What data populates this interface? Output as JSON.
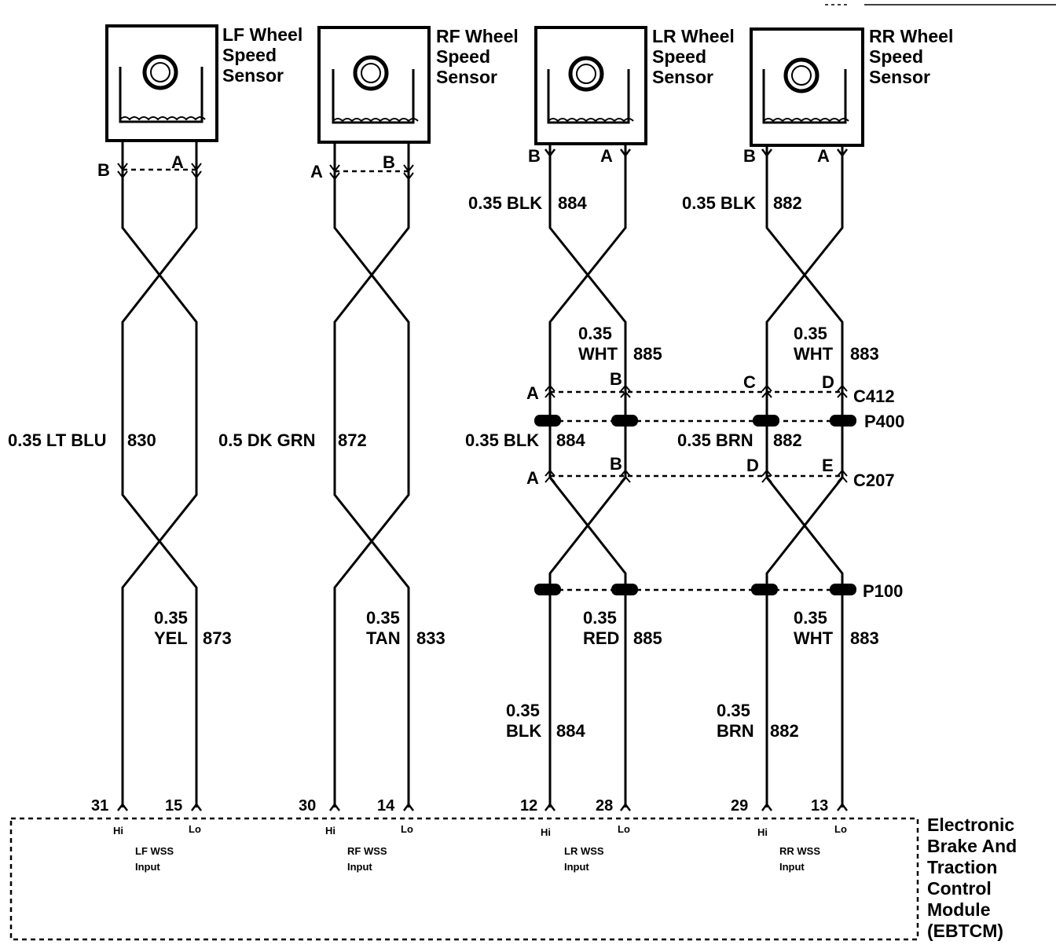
{
  "sensors": [
    {
      "id": "lf",
      "title": [
        "LF Wheel",
        "Speed",
        "Sensor"
      ],
      "pin_left": "B",
      "pin_right": "A"
    },
    {
      "id": "rf",
      "title": [
        "RF Wheel",
        "Speed",
        "Sensor"
      ],
      "pin_left": "A",
      "pin_right": "B"
    },
    {
      "id": "lr",
      "title": [
        "LR Wheel",
        "Speed",
        "Sensor"
      ],
      "pin_left": "B",
      "pin_right": "A"
    },
    {
      "id": "rr",
      "title": [
        "RR Wheel",
        "Speed",
        "Sensor"
      ],
      "pin_left": "B",
      "pin_right": "A"
    }
  ],
  "wires": {
    "lf_twisted": {
      "gauge_color": "0.35 LT BLU",
      "circuit": "830"
    },
    "lf_lo": {
      "gauge": "0.35",
      "color": "YEL",
      "circuit": "873"
    },
    "rf_twisted": {
      "gauge_color": "0.5  DK GRN",
      "circuit": "872"
    },
    "rf_lo": {
      "gauge": "0.35",
      "color": "TAN",
      "circuit": "833"
    },
    "lr_top_hi": {
      "gauge_color": "0.35 BLK",
      "circuit": "884"
    },
    "lr_top_lo": {
      "gauge": "0.35",
      "color": "WHT",
      "circuit": "885"
    },
    "lr_mid_hi": {
      "gauge_color": "0.35 BLK",
      "circuit": "884"
    },
    "lr_bot_lo": {
      "gauge": "0.35",
      "color": "RED",
      "circuit": "885"
    },
    "lr_bot_hi": {
      "gauge": "0.35",
      "color": "BLK",
      "circuit": "884"
    },
    "rr_top_hi": {
      "gauge_color": "0.35 BLK",
      "circuit": "882"
    },
    "rr_top_lo": {
      "gauge": "0.35",
      "color": "WHT",
      "circuit": "883"
    },
    "rr_mid_hi": {
      "gauge_color": "0.35 BRN",
      "circuit": "882"
    },
    "rr_bot_lo": {
      "gauge": "0.35",
      "color": "WHT",
      "circuit": "883"
    },
    "rr_bot_hi": {
      "gauge": "0.35",
      "color": "BRN",
      "circuit": "882"
    }
  },
  "connectors": {
    "c412": {
      "name": "C412",
      "pins": [
        "A",
        "B",
        "C",
        "D"
      ]
    },
    "c207": {
      "name": "C207",
      "pins": [
        "A",
        "B",
        "D",
        "E"
      ]
    },
    "p400": {
      "name": "P400"
    },
    "p100": {
      "name": "P100"
    }
  },
  "module": {
    "title": [
      "Electronic",
      "Brake And",
      "Traction",
      "Control",
      "Module",
      "(EBTCM)"
    ],
    "pins": [
      "31",
      "15",
      "30",
      "14",
      "12",
      "28",
      "29",
      "13"
    ],
    "hi": "Hi",
    "lo": "Lo",
    "inputs": [
      {
        "name": "LF WSS",
        "sub": "Input"
      },
      {
        "name": "RF WSS",
        "sub": "Input"
      },
      {
        "name": "LR WSS",
        "sub": "Input"
      },
      {
        "name": "RR WSS",
        "sub": "Input"
      }
    ]
  }
}
